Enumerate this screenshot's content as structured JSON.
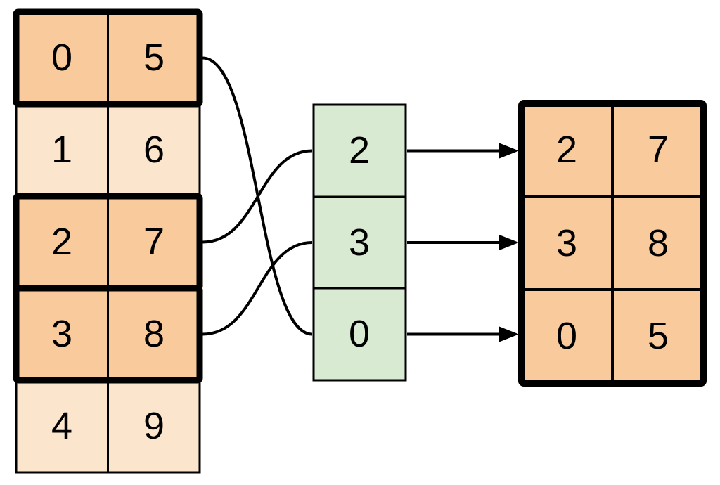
{
  "colors": {
    "highlighted_cell_fill": "#F9CB9C",
    "plain_cell_fill": "#FCE5CD",
    "index_cell_fill": "#D9EAD3",
    "line": "#000000",
    "background": "#FFFFFF"
  },
  "source_table": {
    "rows": [
      {
        "cells": [
          "0",
          "5"
        ],
        "highlighted": true
      },
      {
        "cells": [
          "1",
          "6"
        ],
        "highlighted": false
      },
      {
        "cells": [
          "2",
          "7"
        ],
        "highlighted": true
      },
      {
        "cells": [
          "3",
          "8"
        ],
        "highlighted": true
      },
      {
        "cells": [
          "4",
          "9"
        ],
        "highlighted": false
      }
    ]
  },
  "index_column": {
    "cells": [
      "2",
      "3",
      "0"
    ]
  },
  "result_table": {
    "rows": [
      {
        "cells": [
          "2",
          "7"
        ]
      },
      {
        "cells": [
          "3",
          "8"
        ]
      },
      {
        "cells": [
          "0",
          "5"
        ]
      }
    ]
  }
}
